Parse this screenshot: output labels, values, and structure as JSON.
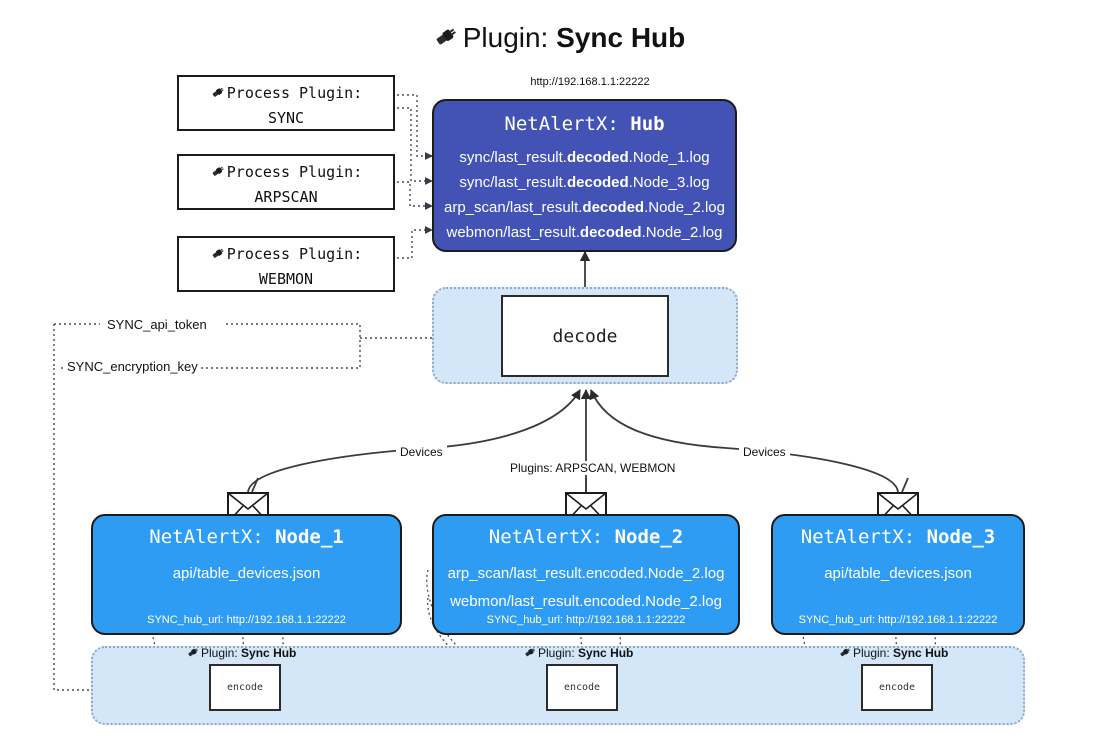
{
  "title": {
    "icon": "plug-icon",
    "prefix": "Plugin:",
    "name": "Sync Hub"
  },
  "hub": {
    "url": "http://192.168.1.1:22222",
    "label_prefix": "NetAlertX:",
    "label_name": "Hub",
    "color": "#4352b5",
    "log_lines": [
      {
        "pre": "sync/last_result.",
        "strong": "decoded",
        "post": ".Node_1.log"
      },
      {
        "pre": "sync/last_result.",
        "strong": "decoded",
        "post": ".Node_3.log"
      },
      {
        "pre": "arp_scan/last_result.",
        "strong": "decoded",
        "post": ".Node_2.log"
      },
      {
        "pre": "webmon/last_result.",
        "strong": "decoded",
        "post": ".Node_2.log"
      }
    ]
  },
  "plugins": [
    {
      "icon": "plug-icon",
      "line1": "Process Plugin:",
      "line2": "SYNC"
    },
    {
      "icon": "plug-icon",
      "line1": "Process Plugin:",
      "line2": "ARPSCAN"
    },
    {
      "icon": "plug-icon",
      "line1": "Process Plugin:",
      "line2": "WEBMON"
    }
  ],
  "decode": {
    "label": "decode",
    "group_color": "#d4e7f9"
  },
  "env": {
    "api_token": "SYNC_api_token",
    "encryption_key": "SYNC_encryption_key"
  },
  "edge_labels": {
    "devices_left": "Devices",
    "devices_right": "Devices",
    "plugins_middle": "Plugins: ARPSCAN, WEBMON"
  },
  "nodes": [
    {
      "label_prefix": "NetAlertX:",
      "label_name": "Node_1",
      "color": "#2f9cf4",
      "lines": [
        "api/table_devices.json"
      ],
      "footer": "SYNC_hub_url: http://192.168.1.1:22222",
      "envelope_icon": "envelope-icon"
    },
    {
      "label_prefix": "NetAlertX:",
      "label_name": "Node_2",
      "color": "#2f9cf4",
      "lines": [
        "arp_scan/last_result.encoded.Node_2.log",
        "webmon/last_result.encoded.Node_2.log"
      ],
      "footer": "SYNC_hub_url: http://192.168.1.1:22222",
      "envelope_icon": "envelope-icon"
    },
    {
      "label_prefix": "NetAlertX:",
      "label_name": "Node_3",
      "color": "#2f9cf4",
      "lines": [
        "api/table_devices.json"
      ],
      "footer": "SYNC_hub_url: http://192.168.1.1:22222",
      "envelope_icon": "envelope-icon"
    }
  ],
  "encoders": [
    {
      "caption_prefix": "Plugin:",
      "caption_name": "Sync Hub",
      "box_label": "encode",
      "icon": "plug-icon"
    },
    {
      "caption_prefix": "Plugin:",
      "caption_name": "Sync Hub",
      "box_label": "encode",
      "icon": "plug-icon"
    },
    {
      "caption_prefix": "Plugin:",
      "caption_name": "Sync Hub",
      "box_label": "encode",
      "icon": "plug-icon"
    }
  ]
}
